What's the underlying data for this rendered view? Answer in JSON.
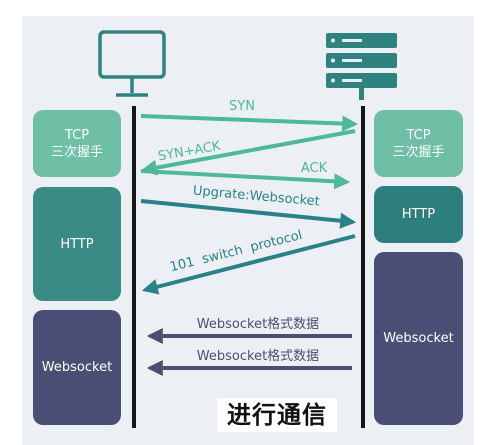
{
  "client": {
    "tcp_box": "TCP\n三次握手",
    "http_box": "HTTP",
    "websocket_box": "Websocket"
  },
  "server": {
    "tcp_box": "TCP\n三次握手",
    "http_box": "HTTP",
    "websocket_box": "Websocket"
  },
  "messages": [
    {
      "label": "SYN",
      "direction": "to-server"
    },
    {
      "label": "SYN+ACK",
      "direction": "to-client"
    },
    {
      "label": "ACK",
      "direction": "to-server"
    },
    {
      "label": "Upgrate:Websocket",
      "direction": "to-server"
    },
    {
      "label": "101  switch  protocol",
      "direction": "to-client"
    },
    {
      "label": "Websocket格式数据",
      "direction": "to-client"
    },
    {
      "label": "Websocket格式数据",
      "direction": "to-client"
    }
  ],
  "caption": "进行通信",
  "colors": {
    "light_teal": "#6ebfa6",
    "mid_teal": "#2d7f7e",
    "dark_teal": "#3a8b86",
    "navy": "#4b4e74",
    "arrow_green": "#4fb897",
    "arrow_teal": "#2a8286",
    "arrow_navy": "#4c4f74",
    "lane": "#161616"
  },
  "icons": [
    "monitor-icon",
    "server-icon"
  ]
}
